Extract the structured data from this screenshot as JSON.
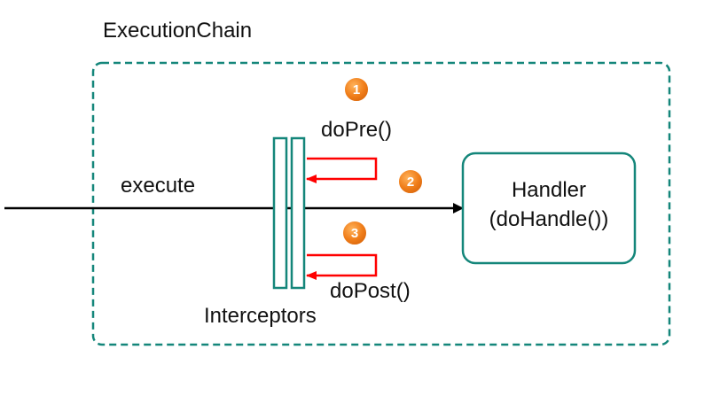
{
  "diagram": {
    "title": "ExecutionChain",
    "execute_label": "execute",
    "interceptors_label": "Interceptors",
    "handler": {
      "line1": "Handler",
      "line2": "(doHandle())"
    },
    "steps": [
      {
        "number": "1",
        "label": "doPre()"
      },
      {
        "number": "2"
      },
      {
        "number": "3",
        "label": "doPost()"
      }
    ],
    "colors": {
      "container_border": "#14867a",
      "interceptor": "#14867a",
      "handler_border": "#14867a",
      "main_arrow": "#000000",
      "hook_arrow": "#ff0000",
      "badge": "#f07e1a",
      "text": "#111111"
    }
  }
}
